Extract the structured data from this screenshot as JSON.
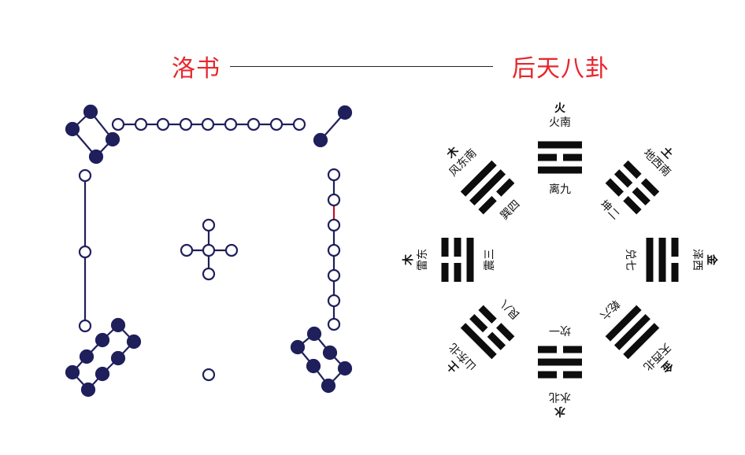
{
  "header": {
    "left_title": "洛书",
    "right_title": "后天八卦"
  },
  "colors": {
    "title_red": "#e8262d",
    "dot_navy": "#1f1f5c",
    "bar_black": "#0d0d0d",
    "highlight": "#c0102b"
  },
  "luoshu": {
    "dots": [
      {
        "group": "ul-2",
        "filled": true
      },
      {
        "group": "ul-2",
        "filled": true
      },
      {
        "group": "ul-2",
        "filled": true
      },
      {
        "group": "ul-2",
        "filled": true
      },
      {
        "group": "top-9",
        "filled": false
      },
      {
        "group": "top-9",
        "filled": false
      },
      {
        "group": "top-9",
        "filled": false
      },
      {
        "group": "top-9",
        "filled": false
      },
      {
        "group": "top-9",
        "filled": false
      },
      {
        "group": "top-9",
        "filled": false
      },
      {
        "group": "top-9",
        "filled": false
      },
      {
        "group": "top-9",
        "filled": false
      },
      {
        "group": "top-9",
        "filled": false
      },
      {
        "group": "ur-2",
        "filled": true
      },
      {
        "group": "ur-2",
        "filled": true
      },
      {
        "group": "left-3",
        "filled": false
      },
      {
        "group": "left-3",
        "filled": false
      },
      {
        "group": "left-3",
        "filled": false
      },
      {
        "group": "center-5",
        "filled": false
      },
      {
        "group": "center-5",
        "filled": false
      },
      {
        "group": "center-5",
        "filled": false
      },
      {
        "group": "center-5",
        "filled": false
      },
      {
        "group": "center-5",
        "filled": false
      },
      {
        "group": "right-7",
        "filled": false
      },
      {
        "group": "right-7",
        "filled": false
      },
      {
        "group": "right-7",
        "filled": false
      },
      {
        "group": "right-7",
        "filled": false
      },
      {
        "group": "right-7",
        "filled": false
      },
      {
        "group": "right-7",
        "filled": false
      },
      {
        "group": "right-7",
        "filled": false
      },
      {
        "group": "ll-8",
        "filled": true
      },
      {
        "group": "ll-8",
        "filled": true
      },
      {
        "group": "ll-8",
        "filled": true
      },
      {
        "group": "ll-8",
        "filled": true
      },
      {
        "group": "ll-8",
        "filled": true
      },
      {
        "group": "ll-8",
        "filled": true
      },
      {
        "group": "ll-8",
        "filled": true
      },
      {
        "group": "ll-8",
        "filled": true
      },
      {
        "group": "bottom-1",
        "filled": false
      },
      {
        "group": "lr-6",
        "filled": true
      },
      {
        "group": "lr-6",
        "filled": true
      },
      {
        "group": "lr-6",
        "filled": true
      },
      {
        "group": "lr-6",
        "filled": true
      },
      {
        "group": "lr-6",
        "filled": true
      },
      {
        "group": "lr-6",
        "filled": true
      }
    ]
  },
  "bagua": {
    "trigrams": [
      {
        "name": "li",
        "lines": [
          1,
          0,
          1
        ],
        "element": "火",
        "dir": "火南",
        "label": "离九"
      },
      {
        "name": "kun",
        "lines": [
          0,
          0,
          0
        ],
        "element": "土",
        "dir": "地西南",
        "label": "坤二"
      },
      {
        "name": "dui",
        "lines": [
          0,
          1,
          1
        ],
        "element": "金",
        "dir": "泽西",
        "label": "兑七"
      },
      {
        "name": "qian",
        "lines": [
          1,
          1,
          1
        ],
        "element": "金",
        "dir": "天西北",
        "label": "乾六"
      },
      {
        "name": "kan",
        "lines": [
          0,
          1,
          0
        ],
        "element": "水",
        "dir": "水北",
        "label": "坎一"
      },
      {
        "name": "gen",
        "lines": [
          1,
          0,
          0
        ],
        "element": "土",
        "dir": "山东北",
        "label": "艮八"
      },
      {
        "name": "zhen",
        "lines": [
          0,
          0,
          1
        ],
        "element": "木",
        "dir": "雷东",
        "label": "震三"
      },
      {
        "name": "xun",
        "lines": [
          1,
          1,
          0
        ],
        "element": "木",
        "dir": "风东南",
        "label": "巽四"
      }
    ]
  }
}
